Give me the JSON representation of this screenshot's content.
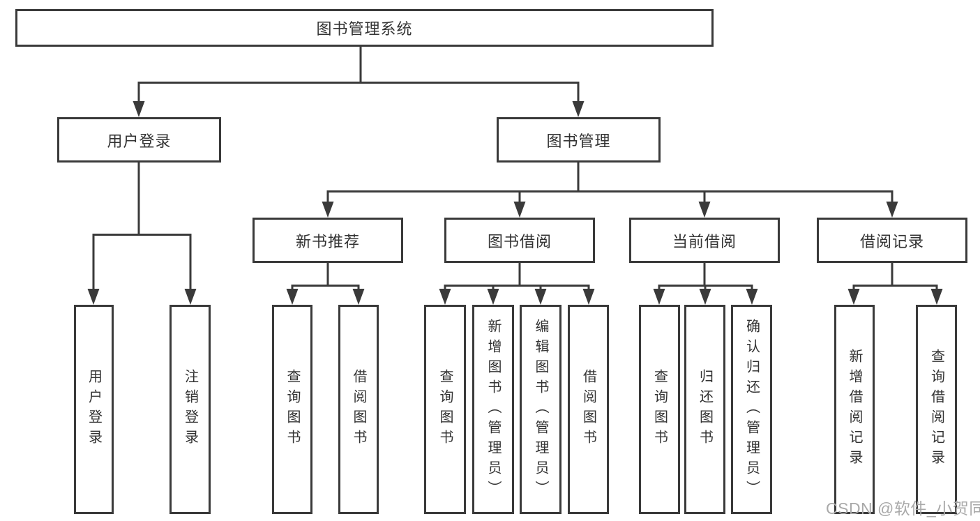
{
  "diagram": {
    "root": {
      "label": "图书管理系统"
    },
    "branches": [
      {
        "label": "用户登录",
        "children": [
          {
            "label": "用户登录"
          },
          {
            "label": "注销登录"
          }
        ]
      },
      {
        "label": "图书管理",
        "children": [
          {
            "label": "新书推荐",
            "children": [
              {
                "label": "查询图书"
              },
              {
                "label": "借阅图书"
              }
            ]
          },
          {
            "label": "图书借阅",
            "children": [
              {
                "label": "查询图书"
              },
              {
                "label": "新增图书（管理员）"
              },
              {
                "label": "编辑图书（管理员）"
              },
              {
                "label": "借阅图书"
              }
            ]
          },
          {
            "label": "当前借阅",
            "children": [
              {
                "label": "查询图书"
              },
              {
                "label": "归还图书"
              },
              {
                "label": "确认归还（管理员）"
              }
            ]
          },
          {
            "label": "借阅记录",
            "children": [
              {
                "label": "新增借阅记录"
              },
              {
                "label": "查询借阅记录"
              }
            ]
          }
        ]
      }
    ]
  },
  "watermark": {
    "text": "CSDN @软件_小贺同学"
  },
  "colors": {
    "line": "#3a3a3a",
    "text": "#333333",
    "box_background": "#ffffff",
    "watermark": "#a9a9a9",
    "page_background": "#ffffff"
  }
}
